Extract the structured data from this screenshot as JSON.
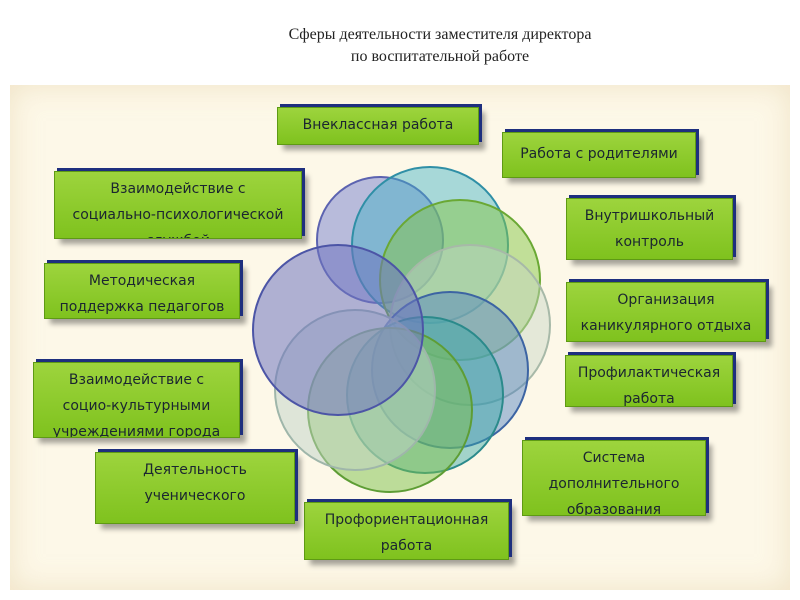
{
  "title": {
    "line1": "Сферы деятельности заместителя директора",
    "line2": "по воспитательной работе"
  },
  "boxes": {
    "extracurricular": [
      "Внеклассная работа"
    ],
    "parents": [
      "Работа с родителями"
    ],
    "internal_control": [
      "Внутришкольный",
      "контроль"
    ],
    "holidays": [
      "Организация",
      "каникулярного отдыха"
    ],
    "prevention": [
      "Профилактическая",
      "работа"
    ],
    "additional_education": [
      "Система",
      "дополнительного",
      "образования"
    ],
    "career_guidance": [
      "Профориентационная",
      "работа"
    ],
    "student_activity": [
      "Деятельность",
      "ученического"
    ],
    "socio_cultural": [
      "Взаимодействие с",
      "социо-культурными",
      "учреждениями города"
    ],
    "methodical": [
      "Методическая",
      "поддержка педагогов"
    ],
    "psychological": [
      "Взаимодействие с",
      "социально-психологической",
      "службой"
    ]
  },
  "colors": {
    "box_fill": "#8fcb2c",
    "box_shadow": "#1e2f7e",
    "panel": "#fdf8e8"
  }
}
